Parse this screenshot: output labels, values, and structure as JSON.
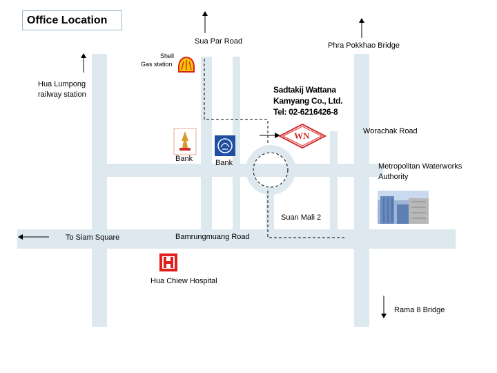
{
  "title": "Office Location",
  "company": {
    "name_line1": "Sadtakij Wattana",
    "name_line2": "Kamyang Co., Ltd.",
    "phone": "Tel: 02-6216426-8",
    "logo_text": "WN"
  },
  "labels": {
    "sua_par_road": "Sua Par Road",
    "phra_pokkhao_bridge": "Phra Pokkhao Bridge",
    "shell_line1": "Shell",
    "shell_line2": "Gas station",
    "hua_lumpong_line1": "Hua Lumpong",
    "hua_lumpong_line2": "railway station",
    "worachak_road": "Worachak Road",
    "bank_left": "Bank",
    "bank_right": "Bank",
    "waterworks_line1": "Metropolitan Waterworks",
    "waterworks_line2": "Authority",
    "suan_mali": "Suan Mali 2",
    "to_siam_square": "To Siam Square",
    "bamrungmuang_road": "Bamrungmuang Road",
    "hua_chiew_hospital": "Hua Chiew Hospital",
    "rama8_bridge": "Rama 8 Bridge"
  },
  "icons": {
    "hospital_glyph": "H",
    "shell": "shell-logo-icon",
    "bank_left": "thai-bank-emblem-icon",
    "bank_right": "kasikorn-bank-icon",
    "hospital": "hospital-icon",
    "building": "waterworks-building-icon"
  },
  "colors": {
    "road": "#dde8ef",
    "route": "#000000",
    "logo_red": "#d42a2a",
    "hospital_red": "#e0201f",
    "bank_blue": "#1e4fa3",
    "shell_yellow": "#f6c500",
    "shell_red": "#d8231c"
  }
}
